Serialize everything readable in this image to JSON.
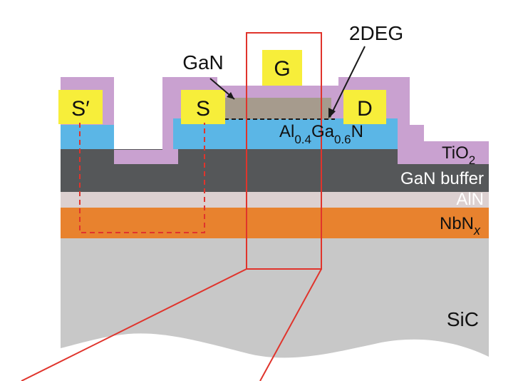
{
  "diagram": {
    "layers": {
      "sic": "SiC",
      "nbn_base": "NbN",
      "nbn_sub": "x",
      "aln": "AlN",
      "gan_buffer": "GaN buffer",
      "tio2_base": "TiO",
      "tio2_sub": "2",
      "algan_al": "Al",
      "algan_al_sub": "0.4",
      "algan_ga": "Ga",
      "algan_ga_sub": "0.6",
      "algan_n": "N"
    },
    "contacts": {
      "source_prime": "S′",
      "source": "S",
      "gate": "G",
      "drain": "D"
    },
    "annotations": {
      "gan_cap": "GaN",
      "twodeg": "2DEG"
    },
    "colors": {
      "sic": "#c8c8c8",
      "nbn": "#e8822e",
      "aln": "#dcd0d0",
      "gan_buffer": "#555759",
      "algan": "#5bb6e6",
      "tio2": "#c9a1d0",
      "gan_cap": "#a69b8d",
      "contact_pad": "#f7ee3a",
      "highlight": "#e0342c"
    }
  }
}
